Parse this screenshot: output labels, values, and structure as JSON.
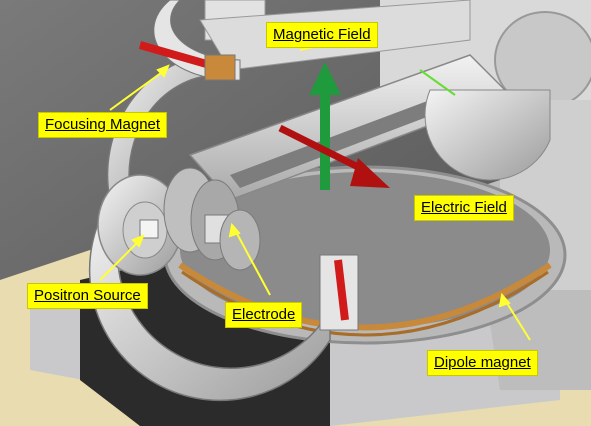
{
  "labels": {
    "magnetic_field": "Magnetic Field",
    "focusing_magnet": "Focusing Magnet",
    "electric_field": "Electric Field",
    "positron_source": "Positron Source",
    "electrode": "Electrode",
    "dipole_magnet": "Dipole magnet"
  },
  "colors": {
    "label_background": "#ffff00",
    "magnetic_field_arrow": "#1f9a3c",
    "electric_field_arrow": "#b01010",
    "pointer_lines": "#ffff33",
    "coil_copper": "#c8893a",
    "coil_red": "#d11a1a",
    "background": "#6b6b6b",
    "floor": "#e8dcb0"
  }
}
